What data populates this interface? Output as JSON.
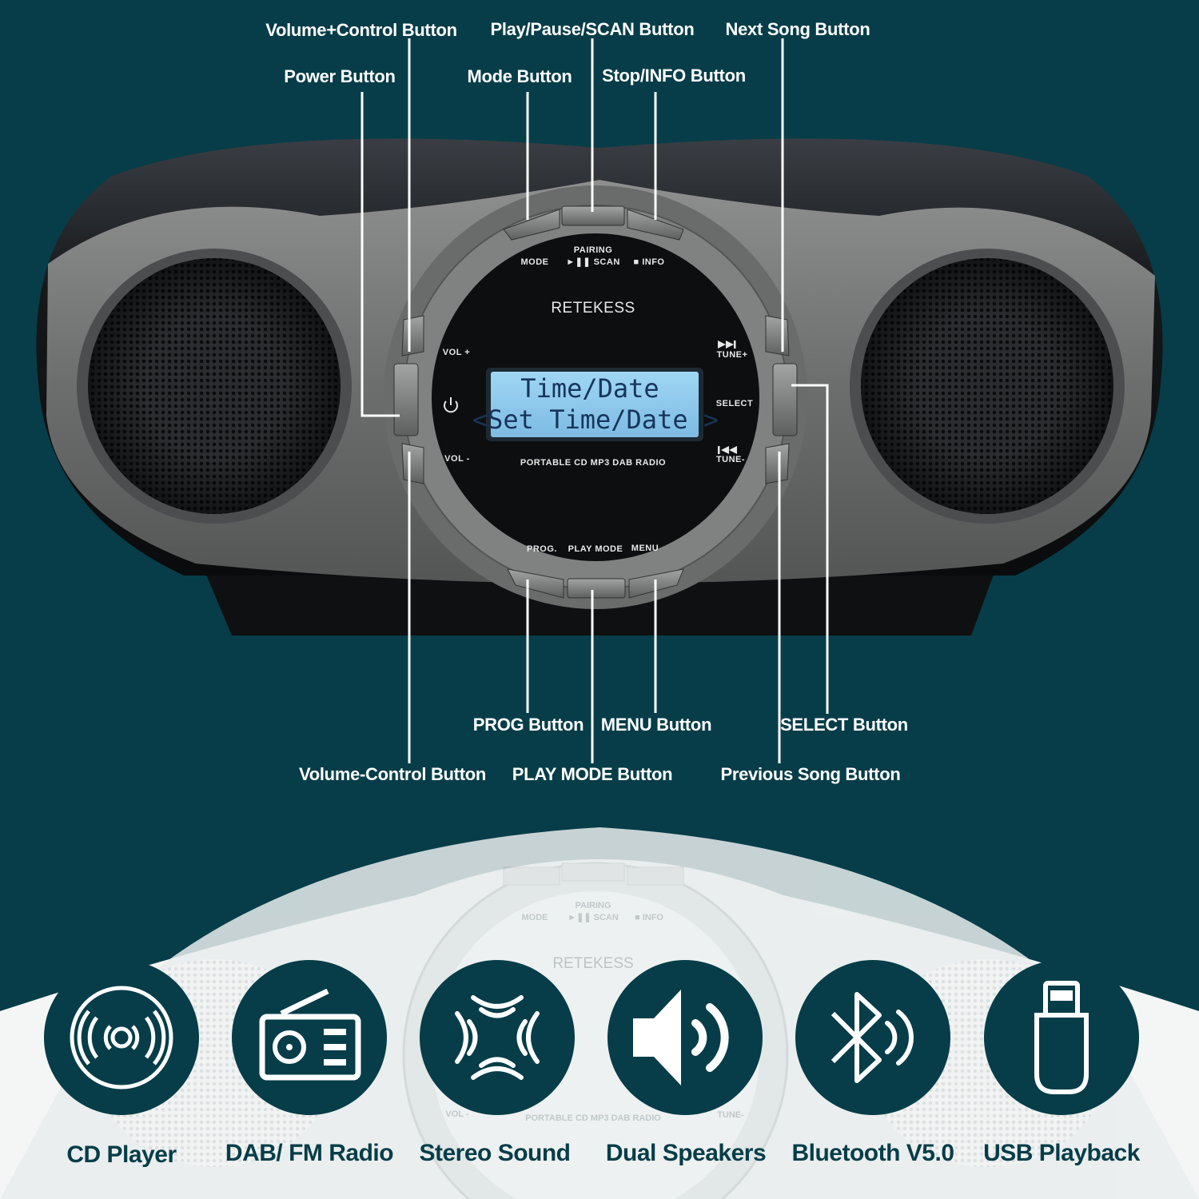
{
  "device": {
    "brand": "RETEKESS",
    "subtitle": "PORTABLE CD MP3 DAB RADIO",
    "lcd_line1": "Time/Date",
    "lcd_line2": "<Set Time/Date >",
    "panel": {
      "mode": "MODE",
      "pairing": "PAIRING",
      "play_scan": "►❚❚ SCAN",
      "info": "■ INFO",
      "vol_plus": "VOL +",
      "vol_minus": "VOL -",
      "tune_plus": "TUNE+",
      "tune_minus": "TUNE-",
      "select": "SELECT",
      "prog": "PROG.",
      "play_mode": "PLAY MODE",
      "menu": "MENU"
    }
  },
  "callouts": {
    "volume_plus": "Volume+Control Button",
    "play_pause_scan": "Play/Pause/SCAN Button",
    "next_song": "Next Song Button",
    "power": "Power Button",
    "mode": "Mode Button",
    "stop_info": "Stop/INFO Button",
    "prog": "PROG Button",
    "menu": "MENU Button",
    "select": "SELECT Button",
    "volume_minus": "Volume-Control Button",
    "play_mode": "PLAY MODE Button",
    "previous_song": "Previous Song Button"
  },
  "features": [
    {
      "label": "CD Player",
      "icon": "cd-icon"
    },
    {
      "label": "DAB/ FM Radio",
      "icon": "radio-icon"
    },
    {
      "label": "Stereo Sound",
      "icon": "stereo-sound-icon"
    },
    {
      "label": "Dual Speakers",
      "icon": "speaker-icon"
    },
    {
      "label": "Bluetooth V5.0",
      "icon": "bluetooth-icon"
    },
    {
      "label": "USB Playback",
      "icon": "usb-icon"
    }
  ],
  "colors": {
    "background": "#063d48",
    "text": "#ffffff",
    "lcd": "#8ec9ec"
  }
}
